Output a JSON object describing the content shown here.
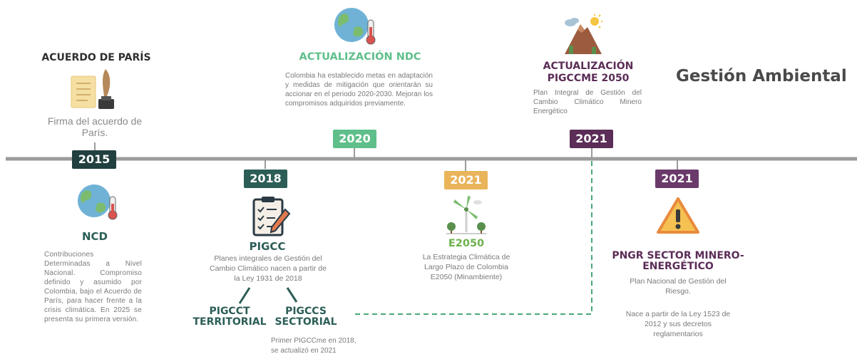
{
  "page_title": "Gestión Ambiental",
  "colors": {
    "axis": "#9b9b9b",
    "dark_teal": "#21403f",
    "teal": "#2c5e57",
    "green": "#5fbf8a",
    "orange": "#e9b45a",
    "purple": "#5b2d57",
    "purple2": "#6a3a6a",
    "dashed": "#4aa878"
  },
  "milestones": {
    "paris": {
      "title": "ACUERDO DE PARÍS",
      "desc": "Firma del acuerdo de París.",
      "year": "2015",
      "icon": "scroll-and-quill-icon"
    },
    "ncd": {
      "title": "NCD",
      "desc": "Contribuciones Determinadas a Nivel Nacional. Compromiso definido y asumido por Colombia, bajo el Acuerdo de París, para hacer frente a la crisis climática. En 2025 se presenta su primera versión.",
      "icon": "globe-thermometer-icon"
    },
    "pigcc": {
      "year": "2018",
      "title": "PIGCC",
      "desc": "Planes integrales de Gestión del Cambio Climático nacen a partir de la Ley 1931 de 2018",
      "branch_left": "PIGCCT TERRITORIAL",
      "branch_right": "PIGCCS SECTORIAL",
      "note": "Primer PIGCCme en 2018, se actualizó en 2021",
      "icon": "clipboard-checklist-icon"
    },
    "ndc": {
      "title": "ACTUALIZACIÓN NDC",
      "desc": "Colombia ha establecido metas en adaptación y medidas de mitigación que orientarán su accionar en el periodo 2020-2030. Mejoran los compromisos adquiridos previamente.",
      "year": "2020",
      "icon": "globe-thermometer-icon"
    },
    "e2050": {
      "year": "2021",
      "title": "E2050",
      "desc": "La Estrategia Climática de Largo Plazo de Colombia E2050 (Minambiente)",
      "icon": "wind-turbine-icon"
    },
    "pigccme": {
      "title": "ACTUALIZACIÓN PIGCCME 2050",
      "desc": "Plan Integral de Gestión del Cambio Climático Minero Energético",
      "year": "2021",
      "icon": "mountain-sun-icon"
    },
    "pngr": {
      "year": "2021",
      "title": "PNGR SECTOR MINERO- ENERGÉTICO",
      "desc": "Plan Nacional de Gestión del Riesgo.",
      "desc2": "Nace a partir de la Ley 1523 de 2012 y sus decretos reglamentarios",
      "icon": "warning-triangle-icon"
    }
  }
}
